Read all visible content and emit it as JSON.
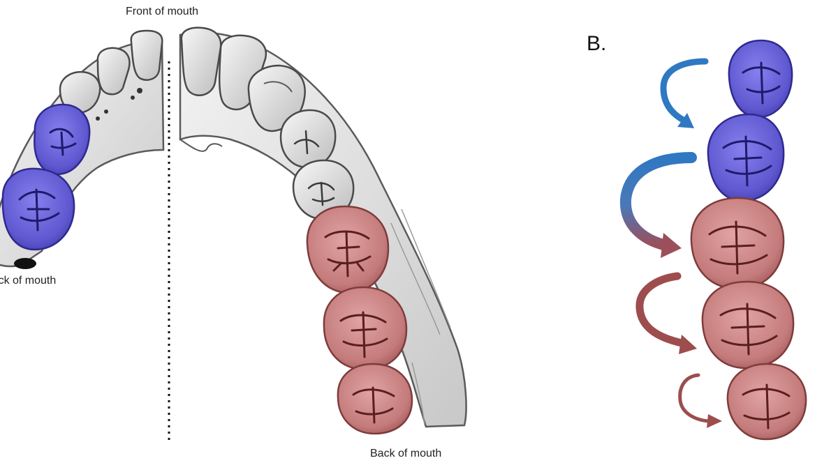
{
  "labels": {
    "front": "Front of mouth",
    "back_left": "Back of mouth",
    "back_right": "Back of mouth",
    "panel_b": "B."
  },
  "colors": {
    "premolar_fill": "#6a63d8",
    "premolar_stroke": "#2f2a8e",
    "molar_fill": "#c98585",
    "molar_stroke": "#7e3b3b",
    "gray_tooth_fill": "#d9d9d9",
    "gray_tooth_stroke": "#4a4a4a",
    "bone_fill": "#e7e7e7",
    "bone_stroke": "#5a5a5a",
    "arrow_blue": "#2f78c2",
    "arrow_red": "#9d4d4d",
    "dotted_line": "#111111"
  },
  "icons": {
    "premolar": "premolar-tooth-icon",
    "molar": "molar-tooth-icon",
    "arrow": "curved-arrow-icon"
  }
}
